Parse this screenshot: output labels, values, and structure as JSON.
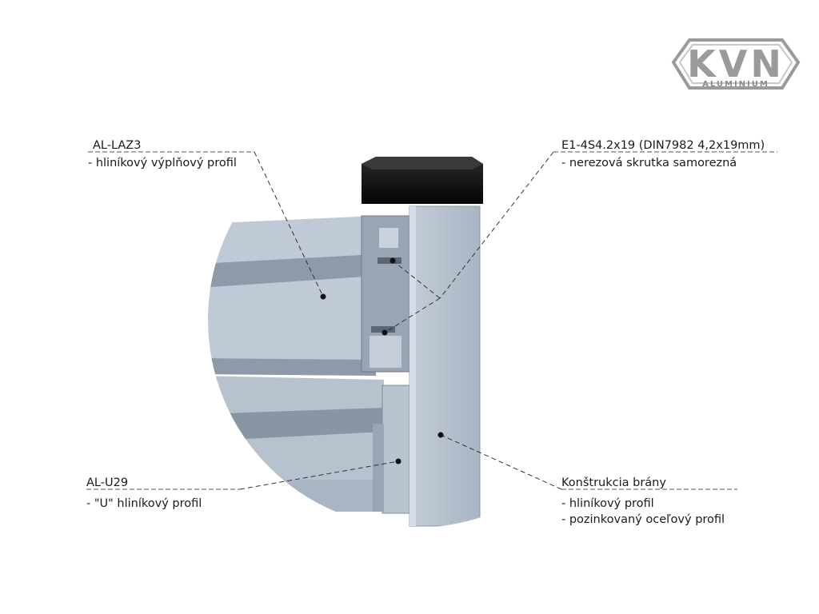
{
  "logo": {
    "mark": "KVN",
    "sub": "ALUMINIUM"
  },
  "callouts": {
    "laz3": {
      "code": "AL-LAZ3",
      "desc": "- hliníkový výplňový profil"
    },
    "screw": {
      "code": "E1-4S4.2x19 (DIN7982 4,2x19mm)",
      "desc": "- nerezová skrutka samorezná"
    },
    "u29": {
      "code": "AL-U29",
      "desc": "- \"U\" hliníkový profil"
    },
    "frame": {
      "code": "Konštrukcia brány",
      "desc1": "- hliníkový profil",
      "desc2": "- pozinkovaný oceľový profil"
    }
  },
  "colors": {
    "metal": "#b4bfcc",
    "metal_dark": "#8a96a6",
    "cap": "#111111",
    "logo": "#8c8c8c"
  }
}
